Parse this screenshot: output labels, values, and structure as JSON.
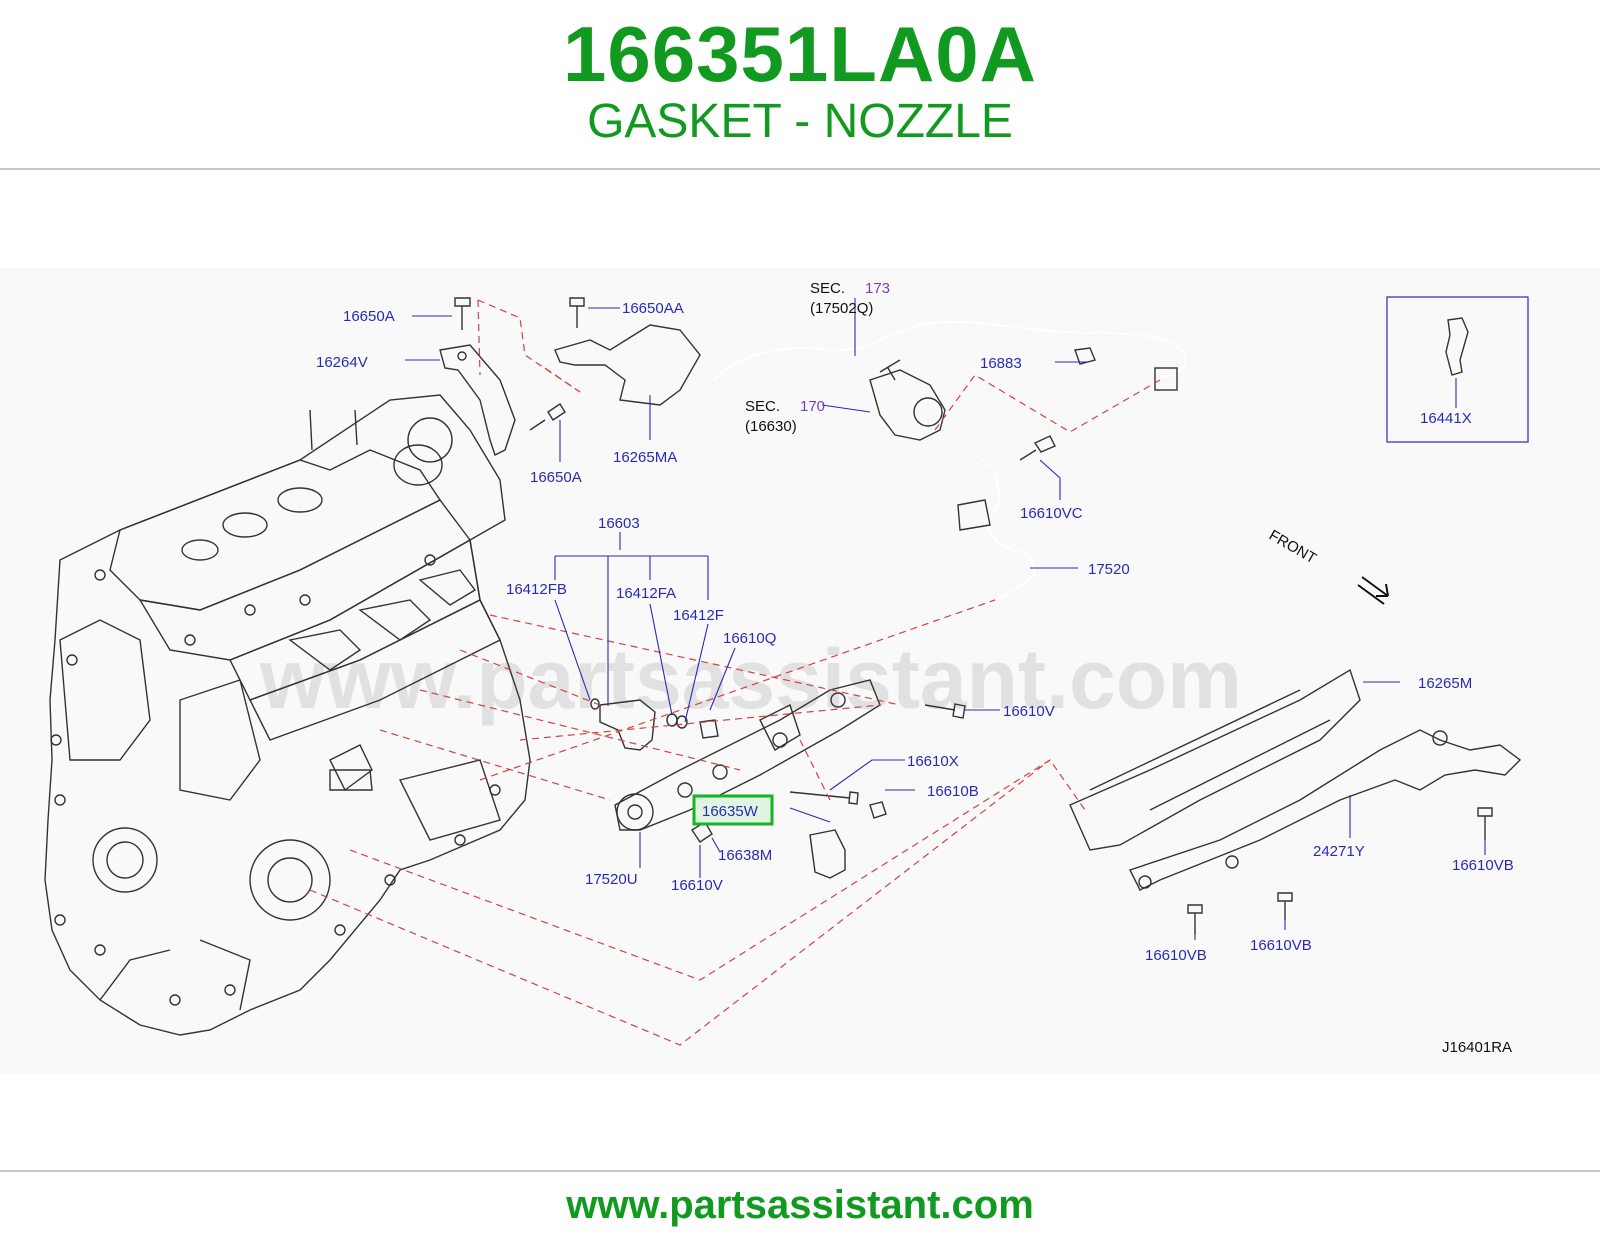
{
  "header": {
    "part_number": "166351LA0A",
    "part_name": "GASKET - NOZZLE",
    "title_color": "#119a1f"
  },
  "diagram": {
    "watermark": "www.partsassistant.com",
    "front_label": "FRONT",
    "diagram_code": "J16401RA",
    "highlight_color": "#14b424",
    "section_refs": [
      {
        "prefix": "SEC.",
        "number": "173",
        "part": "(17502Q)"
      },
      {
        "prefix": "SEC.",
        "number": "170",
        "part": "(16630)"
      }
    ],
    "inset_label": "16441X",
    "highlighted_callout": "16635W",
    "callouts": {
      "c16650A_top": "16650A",
      "c16264V": "16264V",
      "c16650AA": "16650AA",
      "c16265MA": "16265MA",
      "c16650A_mid": "16650A",
      "c16883": "16883",
      "c16610VC": "16610VC",
      "c17520": "17520",
      "c16603": "16603",
      "c16412FB": "16412FB",
      "c16412FA": "16412FA",
      "c16412F": "16412F",
      "c16610Q": "16610Q",
      "c16265M": "16265M",
      "c16610V_right": "16610V",
      "c16610X": "16610X",
      "c16610B": "16610B",
      "c16638M": "16638M",
      "c17520U": "17520U",
      "c16610V_low": "16610V",
      "c24271Y": "24271Y",
      "c16610VB_right": "16610VB",
      "c16610VB_left": "16610VB",
      "c16610VB_mid": "16610VB"
    }
  },
  "footer": {
    "link": "www.partsassistant.com"
  }
}
